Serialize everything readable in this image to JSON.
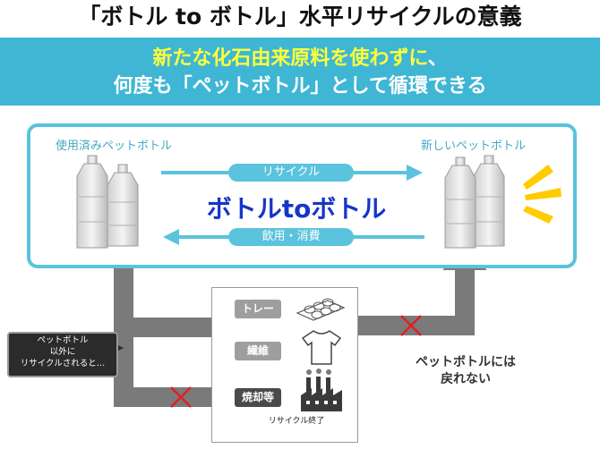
{
  "header": {
    "title": "「ボトル to ボトル」水平リサイクルの意義"
  },
  "banner": {
    "line1_highlight": "新たな化石由来原料を使わずに",
    "line1_suffix": "、",
    "line2": "何度も「ペットボトル」として循環できる"
  },
  "cycle": {
    "used_label": "使用済みペットボトル",
    "new_label": "新しいペットボトル",
    "forward_label": "リサイクル",
    "backward_label": "飲用・消費",
    "center_title": "ボトルtoボトル"
  },
  "other_uses": {
    "items": [
      "トレー",
      "繊維",
      "焼却等"
    ],
    "end_label": "リサイクル終了"
  },
  "note": {
    "lines": [
      "ペットボトル",
      "以外に",
      "リサイクルされると…"
    ]
  },
  "conclusion": {
    "lines": [
      "ペットボトルには",
      "戻れない"
    ]
  },
  "colors": {
    "banner_bg": "#3fb6d3",
    "highlight": "#ffff3c",
    "cycle_border": "#5ac3dd",
    "center_title": "#1636c8",
    "flow_arrow": "#7a7a7a",
    "cross": "#e02020"
  }
}
